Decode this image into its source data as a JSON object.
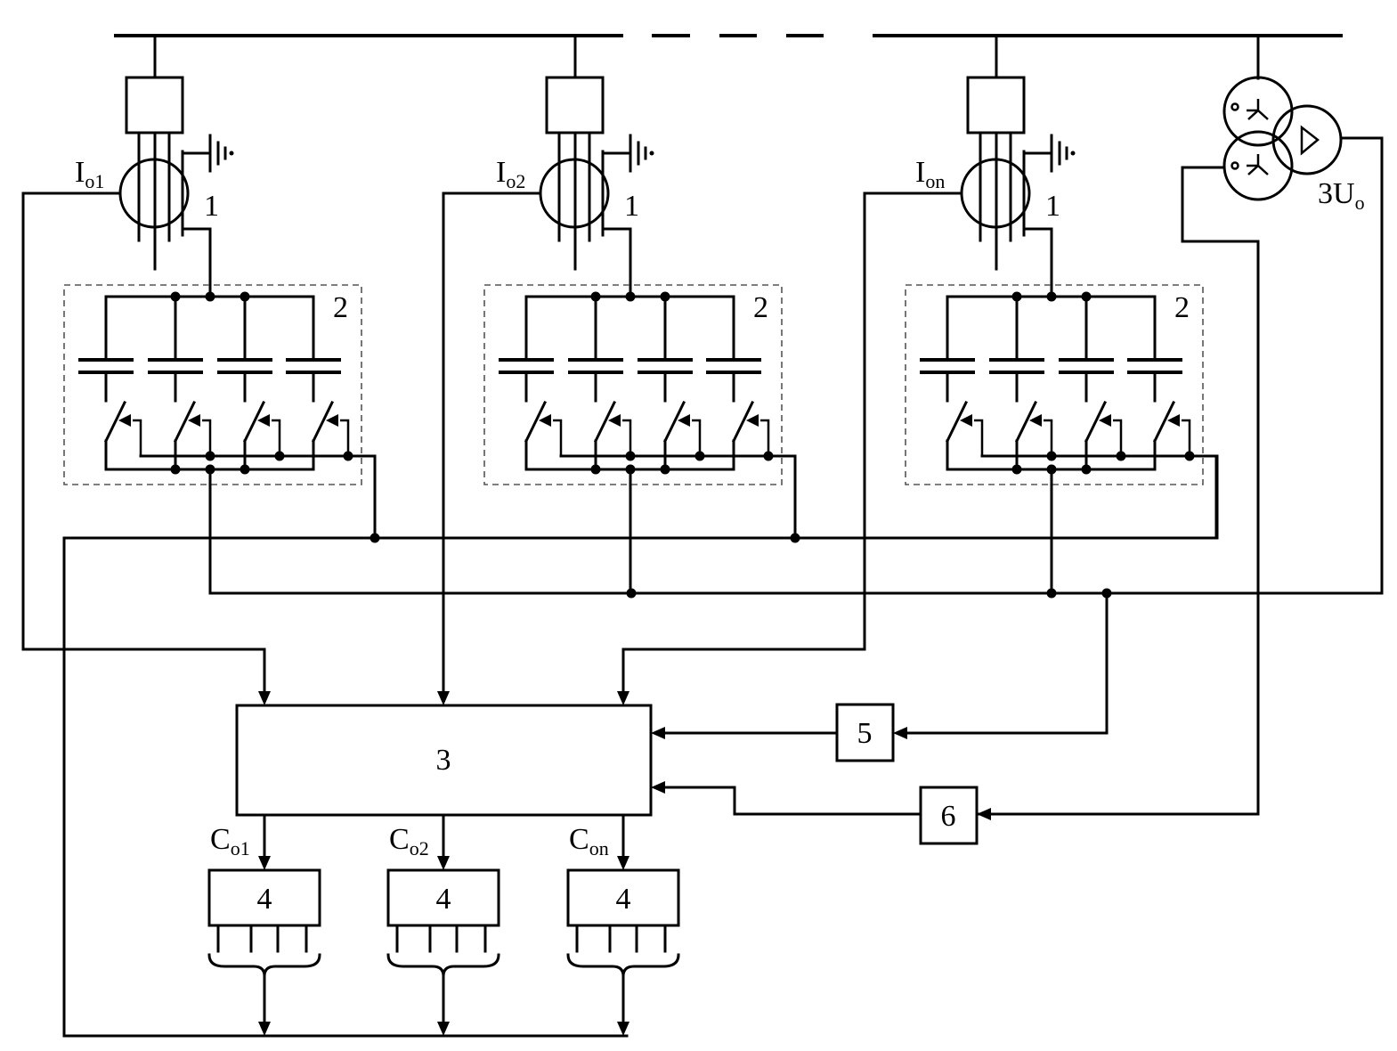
{
  "labels": {
    "ct_number": "1",
    "bank_number": "2",
    "controller": "3",
    "switch_driver": "4",
    "block5": "5",
    "block6": "6"
  },
  "currents": [
    {
      "main": "I",
      "sub": "o1"
    },
    {
      "main": "I",
      "sub": "o2"
    },
    {
      "main": "I",
      "sub": "on"
    }
  ],
  "outputs": [
    {
      "main": "C",
      "sub": "o1"
    },
    {
      "main": "C",
      "sub": "o2"
    },
    {
      "main": "C",
      "sub": "on"
    }
  ],
  "voltage": {
    "main": "3U",
    "sub": "o"
  }
}
